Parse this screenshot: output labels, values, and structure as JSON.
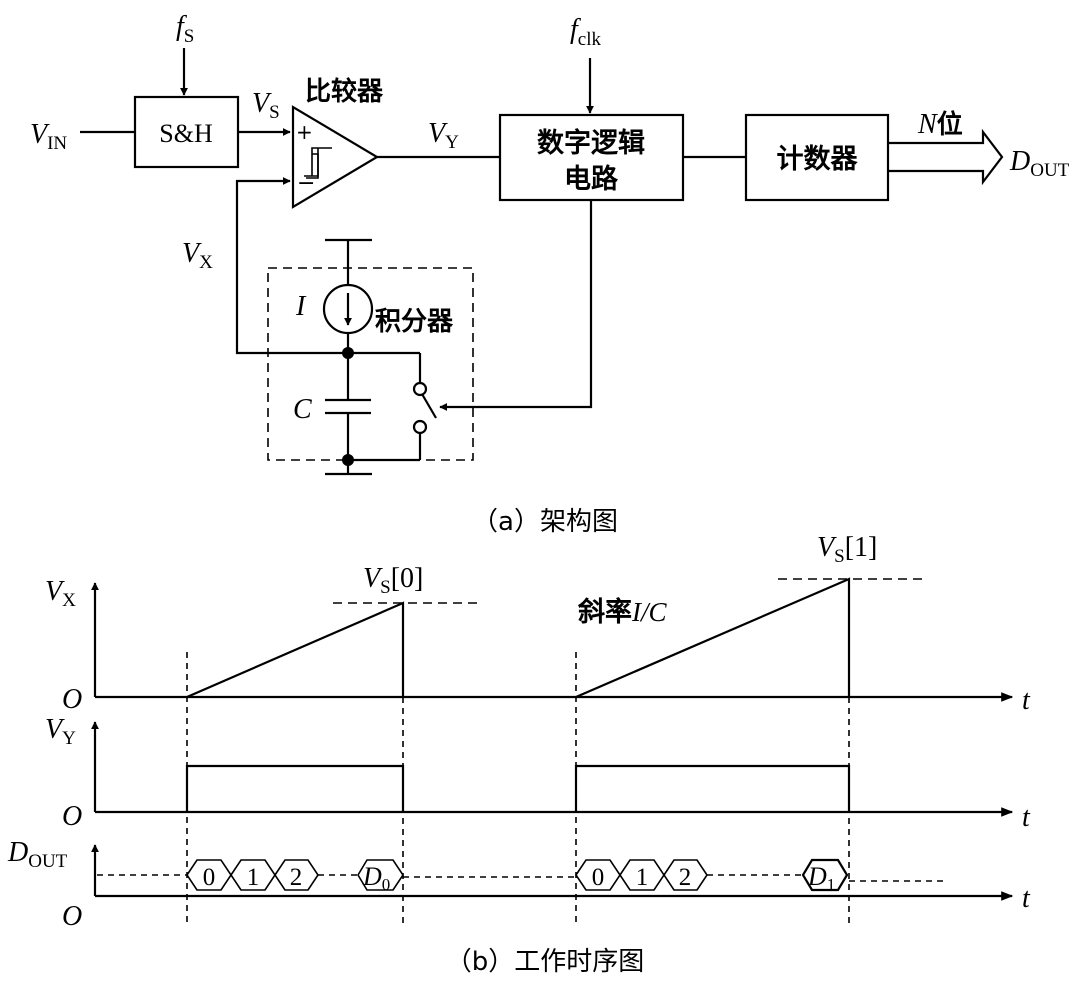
{
  "architecture": {
    "caption": "（a）架构图",
    "signals": {
      "vin": {
        "main": "V",
        "sub": "IN"
      },
      "fs": {
        "main": "f",
        "sub": "S"
      },
      "vs": {
        "main": "V",
        "sub": "S"
      },
      "fclk": {
        "main": "f",
        "sub": "clk"
      },
      "vy": {
        "main": "V",
        "sub": "Y"
      },
      "vx": {
        "main": "V",
        "sub": "X"
      },
      "dout": {
        "main": "D",
        "sub": "OUT"
      },
      "nbits": {
        "main": "N",
        "suffix": "位"
      }
    },
    "blocks": {
      "sample_hold": "S&H",
      "comparator": "比较器",
      "digital_logic_line1": "数字逻辑",
      "digital_logic_line2": "电路",
      "counter": "计数器",
      "integrator": "积分器"
    },
    "components": {
      "current_source": "I",
      "capacitor": "C",
      "plus": "+",
      "minus": "−"
    }
  },
  "timing": {
    "caption": "（b）工作时序图",
    "vx_axis": {
      "main": "V",
      "sub": "X"
    },
    "vy_axis": {
      "main": "V",
      "sub": "Y"
    },
    "dout_axis": {
      "main": "D",
      "sub": "OUT"
    },
    "origin": "O",
    "time": "t",
    "slope": {
      "prefix": "斜率",
      "value": "I/C"
    },
    "vs0": {
      "main": "V",
      "sub": "S",
      "index": "[0]"
    },
    "vs1": {
      "main": "V",
      "sub": "S",
      "index": "[1]"
    },
    "count_codes": [
      "0",
      "1",
      "2"
    ],
    "d0": {
      "main": "D",
      "sub": "0"
    },
    "d1": {
      "main": "D",
      "sub": "1"
    }
  }
}
